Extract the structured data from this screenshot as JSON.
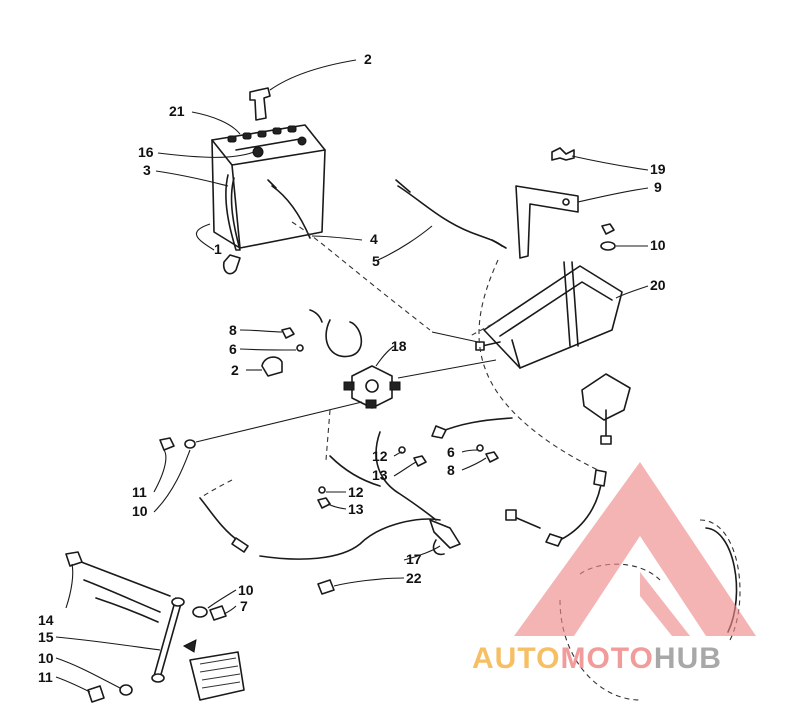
{
  "callouts": [
    {
      "id": "c-2-top",
      "text": "2"
    },
    {
      "id": "c-21",
      "text": "21"
    },
    {
      "id": "c-16",
      "text": "16"
    },
    {
      "id": "c-3",
      "text": "3"
    },
    {
      "id": "c-1",
      "text": "1"
    },
    {
      "id": "c-4",
      "text": "4"
    },
    {
      "id": "c-5",
      "text": "5"
    },
    {
      "id": "c-19",
      "text": "19"
    },
    {
      "id": "c-9",
      "text": "9"
    },
    {
      "id": "c-10-right",
      "text": "10"
    },
    {
      "id": "c-20",
      "text": "20"
    },
    {
      "id": "c-8-left",
      "text": "8"
    },
    {
      "id": "c-6-left",
      "text": "6"
    },
    {
      "id": "c-2-mid",
      "text": "2"
    },
    {
      "id": "c-18",
      "text": "18"
    },
    {
      "id": "c-6-right",
      "text": "6"
    },
    {
      "id": "c-8-right",
      "text": "8"
    },
    {
      "id": "c-12-right",
      "text": "12"
    },
    {
      "id": "c-13-right",
      "text": "13"
    },
    {
      "id": "c-11-mid",
      "text": "11"
    },
    {
      "id": "c-10-mid",
      "text": "10"
    },
    {
      "id": "c-12-low",
      "text": "12"
    },
    {
      "id": "c-13-low",
      "text": "13"
    },
    {
      "id": "c-17",
      "text": "17"
    },
    {
      "id": "c-22",
      "text": "22"
    },
    {
      "id": "c-14",
      "text": "14"
    },
    {
      "id": "c-10-low",
      "text": "10"
    },
    {
      "id": "c-7",
      "text": "7"
    },
    {
      "id": "c-15",
      "text": "15"
    },
    {
      "id": "c-10-bottom",
      "text": "10"
    },
    {
      "id": "c-11-bottom",
      "text": "11"
    }
  ],
  "watermark": {
    "part1": "AUTO",
    "part2": "MOTO",
    "part3": "HUB",
    "color_primary": "#f08a8a",
    "color_secondary": "#f5b54a",
    "color_tertiary": "#9a9a9a"
  }
}
